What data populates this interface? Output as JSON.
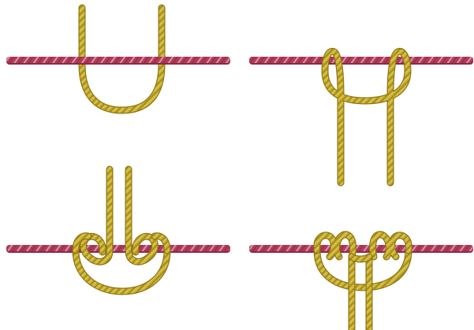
{
  "figure": {
    "panel_count": 4,
    "panels": [
      {
        "step": 1,
        "depicts": "rope-bight-below-bar"
      },
      {
        "step": 2,
        "depicts": "two-wraps-strands-down"
      },
      {
        "step": 3,
        "depicts": "two-wraps-strands-up"
      },
      {
        "step": 4,
        "depicts": "four-wraps-strands-down"
      }
    ]
  },
  "colors": {
    "background": "#ffffff",
    "bar_red": "#b23a55",
    "bar_stripe": "#d9a3c5",
    "bar_shadow": "#8a2a44",
    "rope_yellow": "#c9b02f",
    "rope_dark": "#8e7716",
    "rope_highlight": "#e6d36a"
  }
}
